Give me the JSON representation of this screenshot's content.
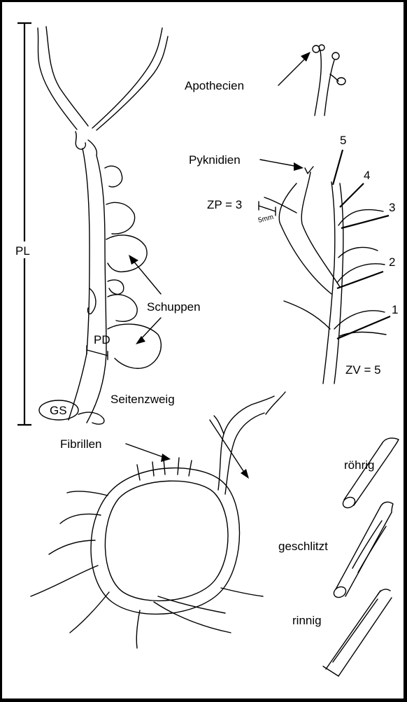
{
  "labels": {
    "pl": "PL",
    "pd": "PD",
    "gs": "GS",
    "apothecien": "Apothecien",
    "pyknidien": "Pyknidien",
    "schuppen": "Schuppen",
    "zp": "ZP = 3",
    "scale": "5mm",
    "zv": "ZV = 5",
    "seitenzweig": "Seitenzweig",
    "fibrillen": "Fibrillen",
    "roehrig": "röhrig",
    "geschlitzt": "geschlitzt",
    "rinnig": "rinnig",
    "branch_numbers": [
      "1",
      "2",
      "3",
      "4",
      "5"
    ]
  },
  "colors": {
    "line": "#000000",
    "background": "#ffffff"
  }
}
